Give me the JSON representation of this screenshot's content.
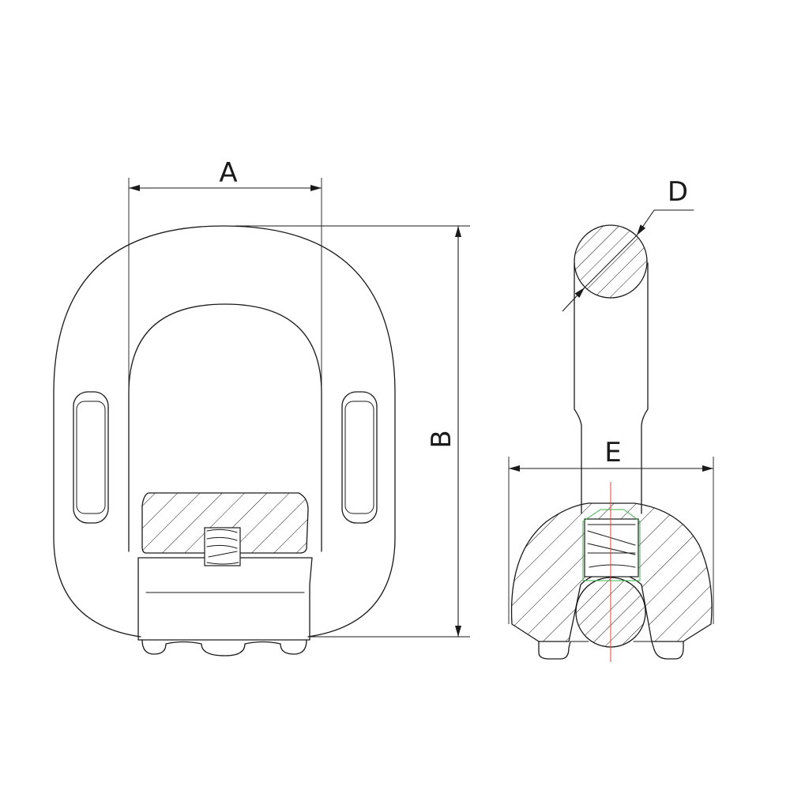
{
  "diagram": {
    "dimensions": {
      "A": "A",
      "B": "B",
      "D": "D",
      "E": "E"
    },
    "colors": {
      "line": "#1a1a1a",
      "centerline": "#e8413a",
      "hidden_detail": "#3bb54a",
      "background": "#ffffff"
    }
  }
}
